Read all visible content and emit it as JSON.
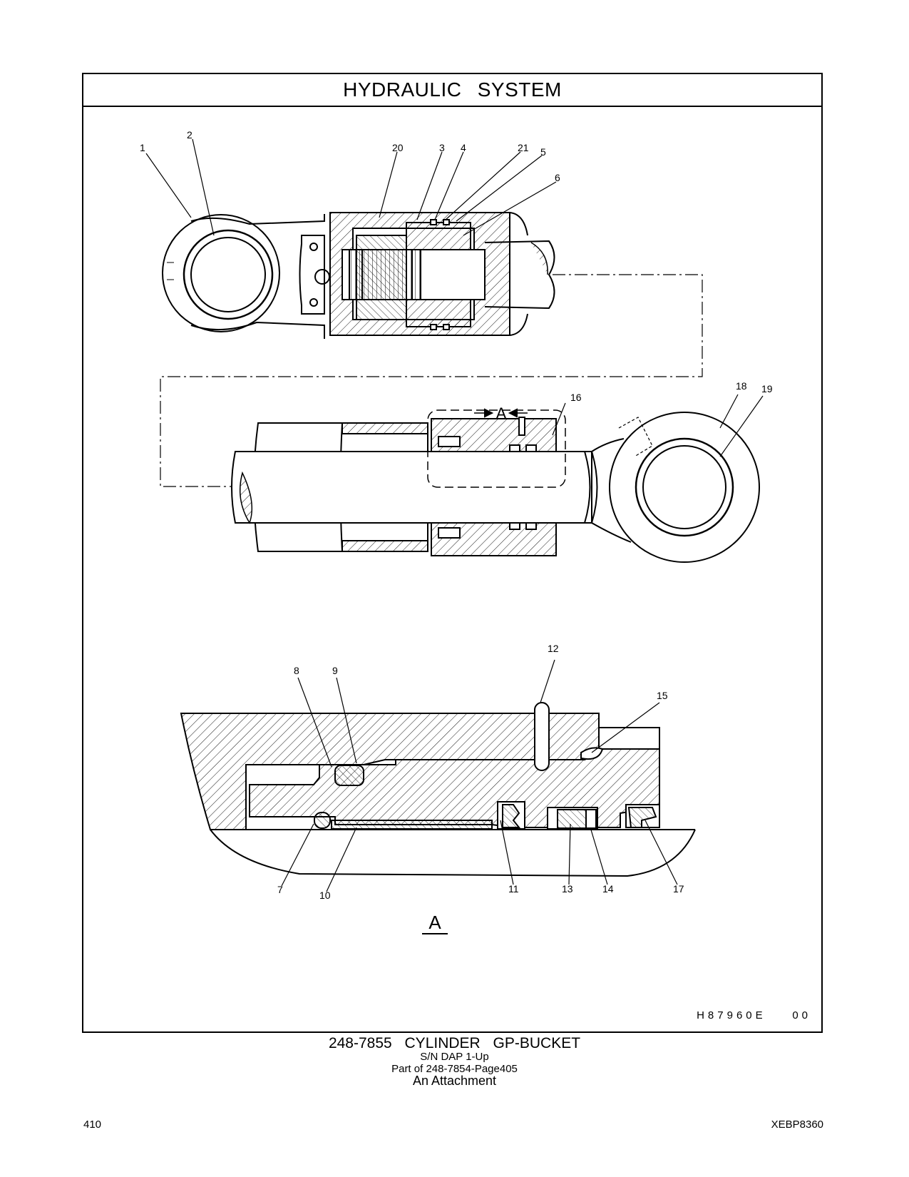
{
  "page": {
    "title": "HYDRAULIC SYSTEM",
    "drawing_code": "H87960E    00",
    "caption": {
      "part": "248-7855   CYLINDER  GP-BUCKET",
      "serial": "S/N DAP 1-Up",
      "part_of": "Part of 248-7854-Page405",
      "attachment": "An Attachment"
    },
    "page_number": "410",
    "document_id": "XEBP8360"
  },
  "diagram": {
    "callouts": [
      "1",
      "2",
      "3",
      "4",
      "5",
      "6",
      "7",
      "8",
      "9",
      "10",
      "11",
      "12",
      "13",
      "14",
      "15",
      "16",
      "17",
      "18",
      "19",
      "20",
      "21"
    ],
    "detail_label": "A",
    "section_label": "A"
  }
}
